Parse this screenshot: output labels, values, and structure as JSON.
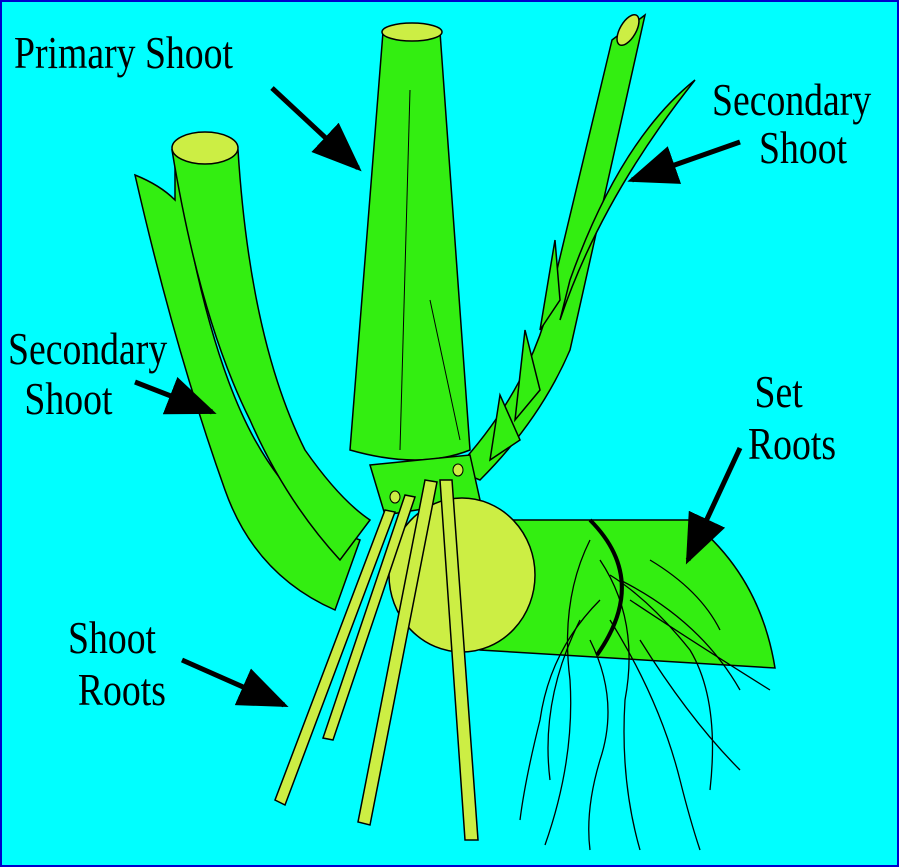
{
  "labels": {
    "primary_shoot": "Primary Shoot",
    "secondary_shoot_right": {
      "line1": "Secondary",
      "line2": "Shoot"
    },
    "secondary_shoot_left": {
      "line1": "Secondary",
      "line2": "Shoot"
    },
    "set_roots": {
      "line1": "Set",
      "line2": "Roots"
    },
    "shoot_roots": {
      "line1": "Shoot",
      "line2": "Roots"
    }
  },
  "colors": {
    "background": "#00ffff",
    "shoot_green": "#33ee11",
    "root_yellow": "#ccee44",
    "outline": "#000000",
    "border": "#0000cc"
  }
}
